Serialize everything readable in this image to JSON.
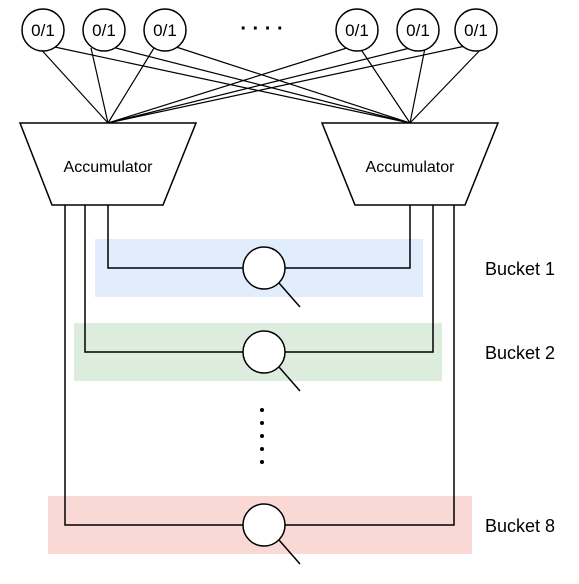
{
  "inputs": {
    "left": [
      "0/1",
      "0/1",
      "0/1"
    ],
    "right": [
      "0/1",
      "0/1",
      "0/1"
    ],
    "ellipsis": "· · · ·"
  },
  "accumulators": {
    "left_label": "Accumulator",
    "right_label": "Accumulator"
  },
  "buckets": [
    {
      "label": "Bucket 1",
      "color": "#dae8fc"
    },
    {
      "label": "Bucket 2",
      "color": "#d5e8d4"
    },
    {
      "label": "Bucket 8",
      "color": "#f8cecc"
    }
  ],
  "vertical_ellipsis": "⋮"
}
